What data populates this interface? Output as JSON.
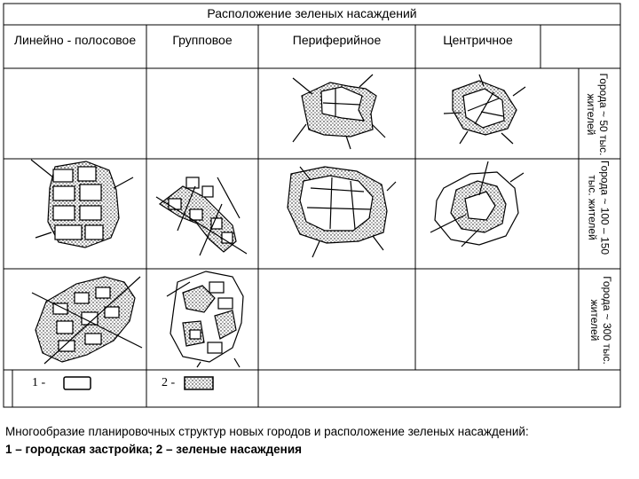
{
  "title": "Расположение зеленых насаждений",
  "columns": [
    "Линейно - полосовое",
    "Групповое",
    "Периферийное",
    "Центричное"
  ],
  "rows": [
    "Города ~ 50 тыс. жителей",
    "Города ~ 100 – 150 тыс. жителей",
    "Города ~ 300 тыс. жителей"
  ],
  "legend": {
    "item1": "1 -",
    "item2": "2 -"
  },
  "caption": {
    "line1": "Многообразие планировочных структур новых городов и расположение зеленых насаждений:",
    "line2": "1 – городская застройка; 2 – зеленые насаждения"
  }
}
